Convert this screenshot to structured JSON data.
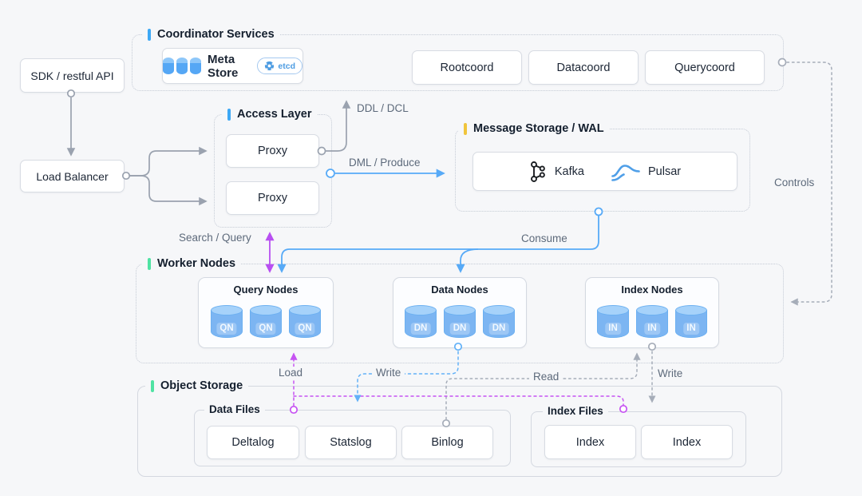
{
  "nodes": {
    "sdk": "SDK / restful API",
    "load_balancer": "Load Balancer",
    "coordinator": {
      "title": "Coordinator Services",
      "meta_store": "Meta Store",
      "etcd_badge": "etcd",
      "rootcoord": "Rootcoord",
      "datacoord": "Datacoord",
      "querycoord": "Querycoord"
    },
    "access_layer": {
      "title": "Access Layer",
      "proxy1": "Proxy",
      "proxy2": "Proxy"
    },
    "message_storage": {
      "title": "Message Storage / WAL",
      "kafka": "Kafka",
      "pulsar": "Pulsar"
    },
    "worker": {
      "title": "Worker Nodes",
      "query": {
        "title": "Query Nodes",
        "node": "QN"
      },
      "data": {
        "title": "Data Nodes",
        "node": "DN"
      },
      "index": {
        "title": "Index Nodes",
        "node": "IN"
      }
    },
    "object_storage": {
      "title": "Object Storage",
      "data_files": {
        "title": "Data Files",
        "deltalog": "Deltalog",
        "statslog": "Statslog",
        "binlog": "Binlog"
      },
      "index_files": {
        "title": "Index Files",
        "index1": "Index",
        "index2": "Index"
      }
    }
  },
  "flows": {
    "ddl": "DDL / DCL",
    "dml": "DML / Produce",
    "search": "Search / Query",
    "consume": "Consume",
    "controls": "Controls",
    "load": "Load",
    "write_data": "Write",
    "read": "Read",
    "write_index": "Write"
  },
  "colors": {
    "accent_blue": "#3da8f5",
    "accent_yellow": "#f0c53c",
    "accent_green": "#4fe3a3",
    "flow_blue": "#57aaf7",
    "flow_purple": "#b84ff1",
    "flow_gray": "#9aa2af",
    "cylinder_blue": "#7cb5f2"
  }
}
